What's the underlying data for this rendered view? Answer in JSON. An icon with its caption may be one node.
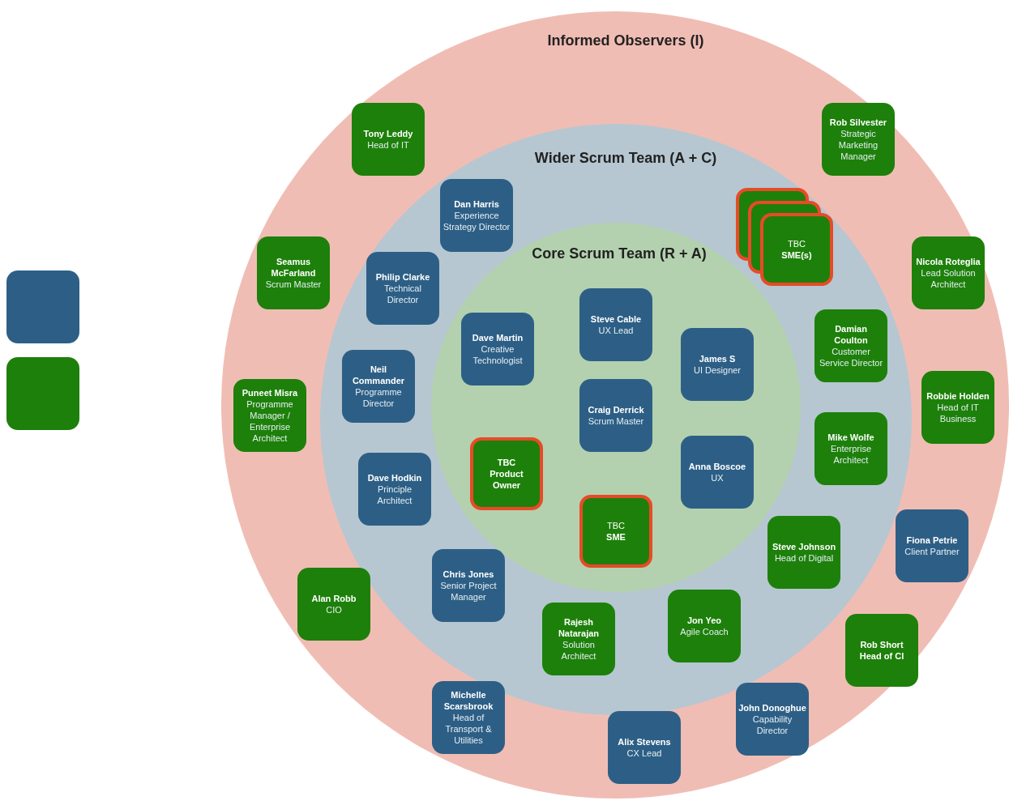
{
  "diagram": {
    "nodes": [
      {
        "text": [
          "Informed Observers (I)"
        ]
      },
      {
        "text": [
          "Wider Scrum Team (A + C)"
        ],
        "in": 0
      },
      {
        "text": [
          "Core Scrum Team (R + A)"
        ],
        "in": 1
      },
      {
        "text": [],
        "shape": "box"
      },
      {
        "text": [],
        "shape": "box"
      },
      {
        "text": [
          "Tony Leddy",
          "Head of IT"
        ],
        "in": 0
      },
      {
        "text": [
          "Rob Silvester",
          "Strategic Marketing Manager"
        ],
        "in": 0
      },
      {
        "text": [
          "Dan Harris",
          "Experience Strategy Director"
        ],
        "in": 1
      },
      {
        "text": [
          "TBC",
          "SME(s)"
        ],
        "in": 1
      },
      {
        "text": [
          "Seamus McFarland",
          "Scrum Master"
        ],
        "in": 0
      },
      {
        "text": [
          "Nicola Roteglia",
          "Lead Solution Architect"
        ],
        "in": 0
      },
      {
        "text": [
          "Philip Clarke",
          "Technical Director"
        ],
        "in": 1
      },
      {
        "text": [
          "Steve Cable",
          "UX Lead"
        ],
        "in": 2
      },
      {
        "text": [
          "Dave Martin",
          "Creative Technologist"
        ],
        "in": 2
      },
      {
        "text": [
          "Damian Coulton",
          "Customer Service Director"
        ],
        "in": 1
      },
      {
        "text": [
          "James S",
          "UI Designer"
        ],
        "in": 2
      },
      {
        "text": [
          "Neil Commander",
          "Programme Director"
        ],
        "in": 1
      },
      {
        "text": [
          "Robbie Holden",
          "Head of IT Business"
        ],
        "in": 0
      },
      {
        "text": [
          "Craig Derrick",
          "Scrum Master"
        ],
        "in": 2
      },
      {
        "text": [
          "Puneet Misra",
          "Programme Manager / Enterprise Architect"
        ],
        "in": 0
      },
      {
        "text": [
          "Mike Wolfe",
          "Enterprise Architect"
        ],
        "in": 1
      },
      {
        "text": [
          "TBC",
          "Product Owner"
        ],
        "in": 2
      },
      {
        "text": [
          "Anna Boscoe",
          "UX"
        ],
        "in": 2
      },
      {
        "text": [
          "Dave Hodkin",
          "Principle Architect"
        ],
        "in": 1
      },
      {
        "text": [
          "TBC",
          "SME"
        ],
        "in": 2
      },
      {
        "text": [
          "Fiona Petrie",
          "Client Partner"
        ],
        "in": 0
      },
      {
        "text": [
          "Steve Johnson",
          "Head of Digital"
        ],
        "in": 1
      },
      {
        "text": [
          "Chris Jones",
          "Senior Project Manager"
        ],
        "in": 1
      },
      {
        "text": [
          "Alan Robb",
          "CIO"
        ],
        "in": 0
      },
      {
        "text": [
          "Jon Yeo",
          "Agile Coach"
        ],
        "in": 1
      },
      {
        "text": [
          "Rajesh Natarajan",
          "Solution Architect"
        ],
        "in": 1
      },
      {
        "text": [
          "Rob Short",
          "Head of CI"
        ],
        "in": 0
      },
      {
        "text": [
          "Michelle Scarsbrook",
          "Head of Transport & Utilities"
        ],
        "in": 0
      },
      {
        "text": [
          "John Donoghue",
          "Capability Director"
        ],
        "in": 0
      },
      {
        "text": [
          "Alix Stevens",
          "CX Lead"
        ],
        "in": 0
      }
    ]
  }
}
